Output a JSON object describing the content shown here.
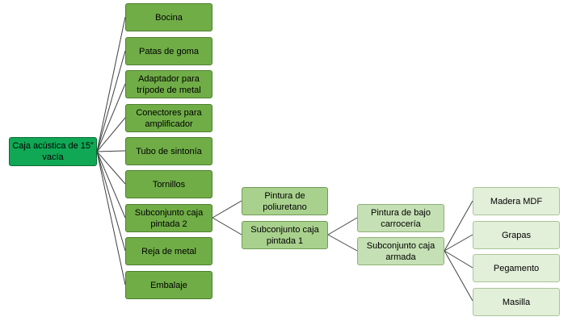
{
  "root": "Caja acústica de 15” vacía",
  "level1": [
    "Bocina",
    "Patas de goma",
    "Adaptador para trípode de metal",
    "Conectores para amplificador",
    "Tubo de sintonía",
    "Tornillos",
    "Subconjunto caja pintada 2",
    "Reja de metal",
    "Embalaje"
  ],
  "level2": [
    "Pintura de poliuretano",
    "Subconjunto caja pintada 1"
  ],
  "level3": [
    "Pintura de bajo carrocería",
    "Subconjunto caja armada"
  ],
  "level4": [
    "Madera MDF",
    "Grapas",
    "Pegamento",
    "Masilla"
  ],
  "colors": {
    "root": "#10a855",
    "level1": "#70ad47",
    "level2": "#a9d18e",
    "level3": "#c5e0b4",
    "level4": "#e2efd9",
    "connector": "#404040"
  }
}
